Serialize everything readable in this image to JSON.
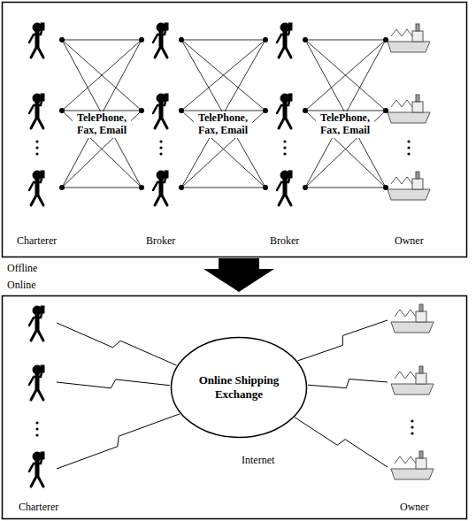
{
  "diagram": {
    "nodes": [
      {
        "text": [
          "Online Shipping Exchange"
        ]
      }
    ],
    "labels": [
      "TelePhone, Fax, Email",
      "TelePhone, Fax, Email",
      "TelePhone, Fax, Email",
      "Charterer",
      "Broker",
      "Broker",
      "Owner",
      "Offline",
      "Online",
      "Internet",
      "Charterer",
      "Owner"
    ]
  }
}
